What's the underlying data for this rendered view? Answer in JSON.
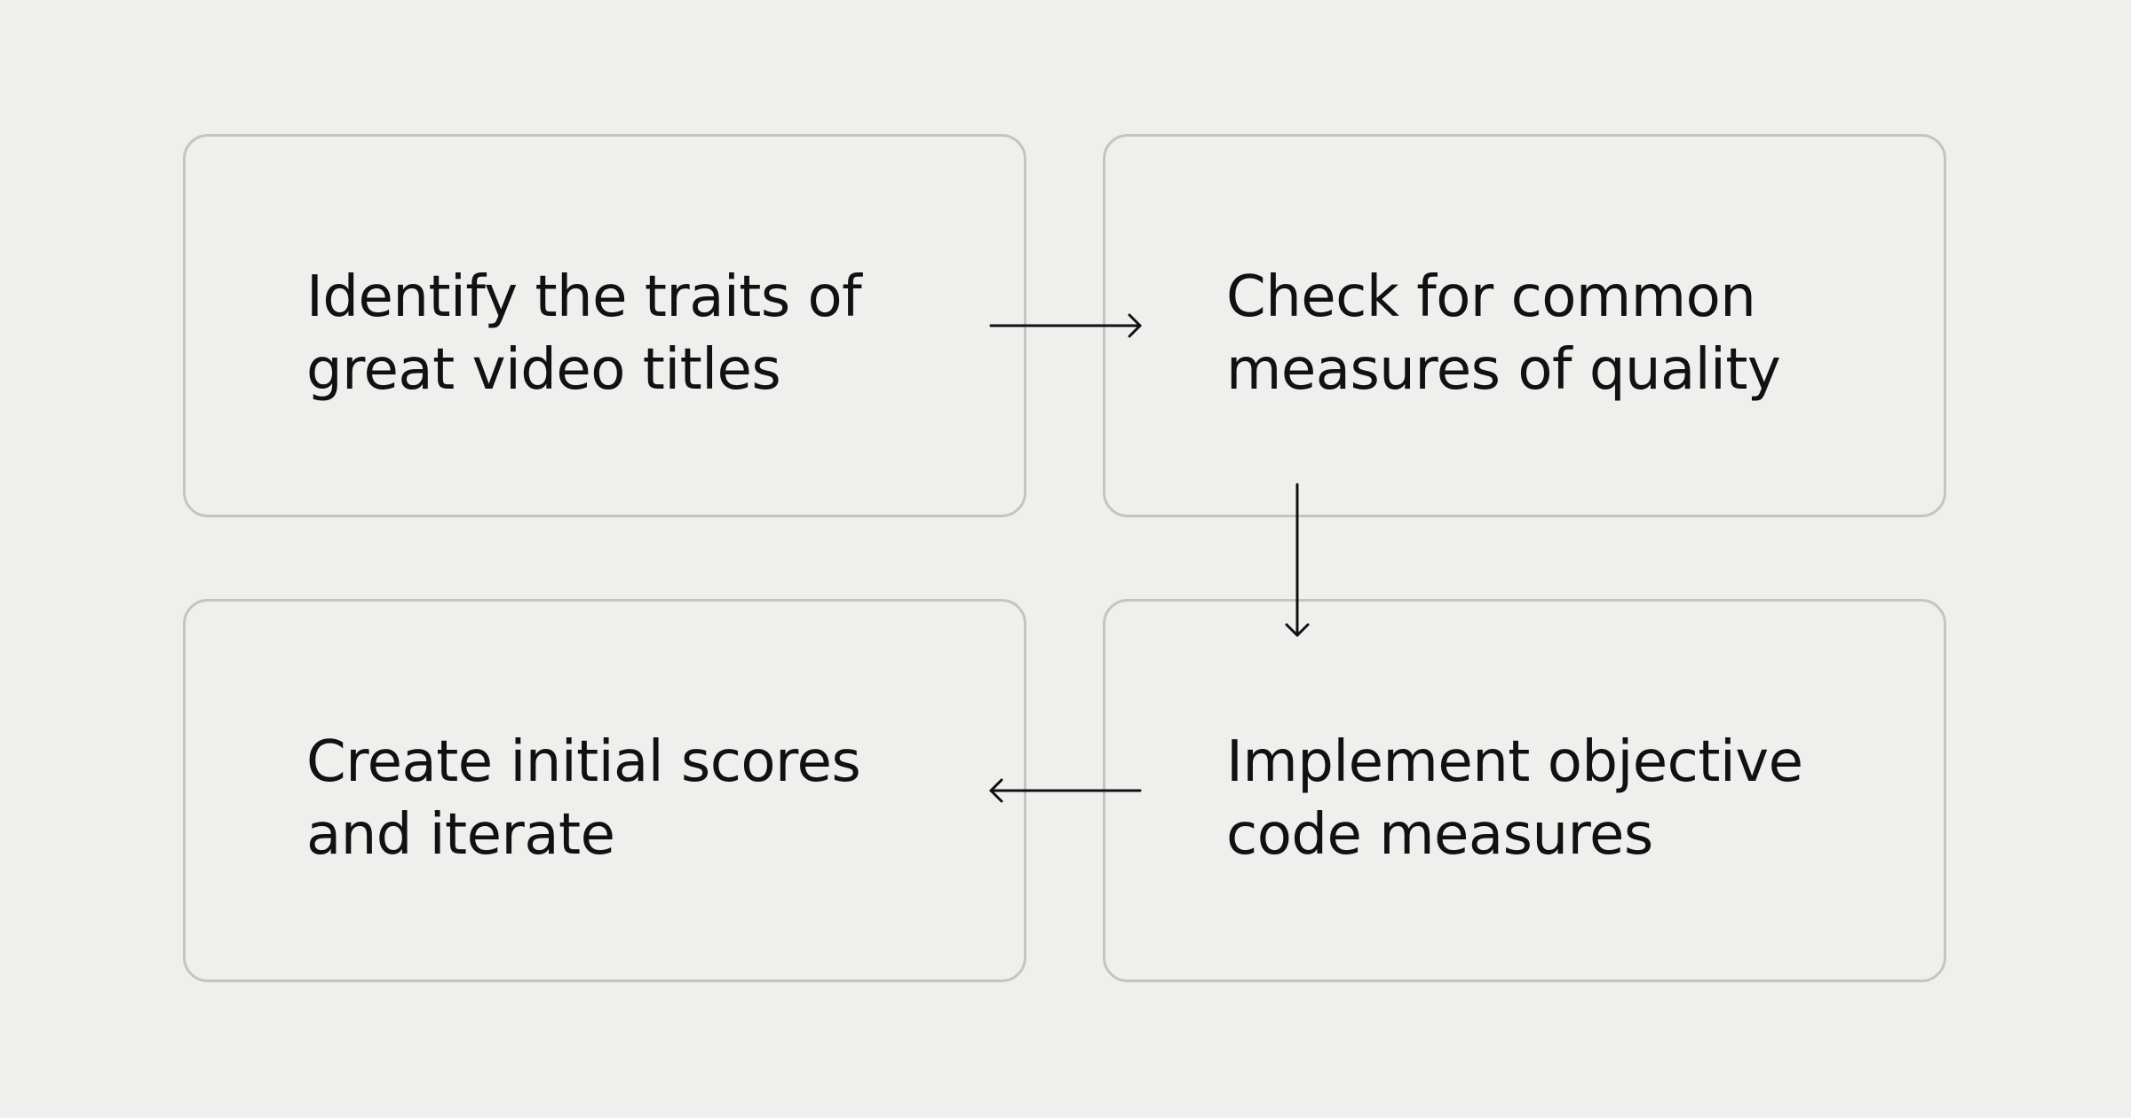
{
  "diagram": {
    "steps": [
      {
        "id": "box-1",
        "label": "Identify the traits of\ngreat video titles"
      },
      {
        "id": "box-2",
        "label": "Check for common\nmeasures of quality"
      },
      {
        "id": "box-3",
        "label": "Create initial scores\nand iterate"
      },
      {
        "id": "box-4",
        "label": "Implement objective\ncode measures"
      }
    ],
    "connections": [
      {
        "from": "box-1",
        "to": "box-2"
      },
      {
        "from": "box-2",
        "to": "box-4"
      },
      {
        "from": "box-4",
        "to": "box-3"
      }
    ]
  }
}
